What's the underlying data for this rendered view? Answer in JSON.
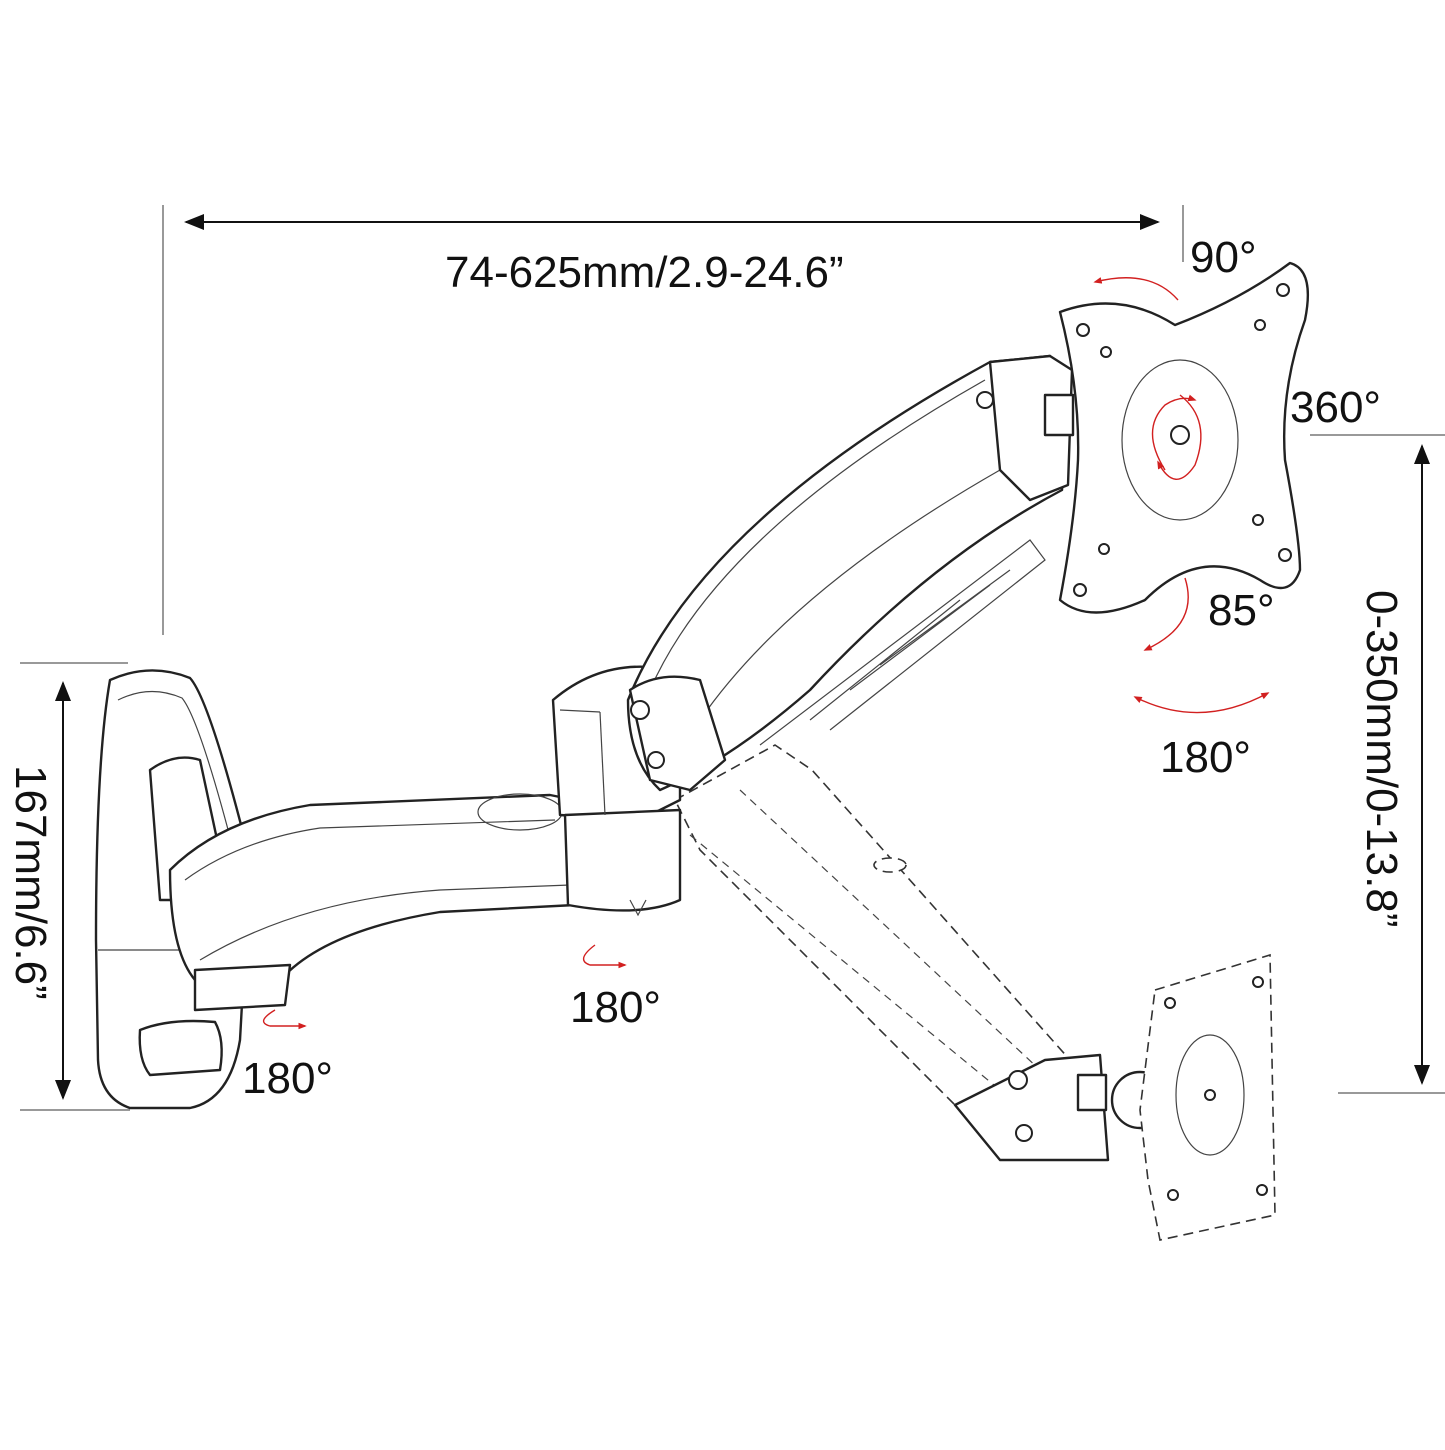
{
  "dimensions": {
    "reach": "74-625mm/2.9-24.6”",
    "height_adjust": "0-350mm/0-13.8”",
    "wall_plate_height": "167mm/6.6”"
  },
  "angles": {
    "tilt_up": "90°",
    "rotation": "360°",
    "tilt_down": "85°",
    "swivel_head": "180°",
    "swivel_elbow": "180°",
    "swivel_wall": "180°"
  },
  "colors": {
    "line": "#222222",
    "rotation_arrow": "#d22020",
    "background": "#ffffff"
  }
}
